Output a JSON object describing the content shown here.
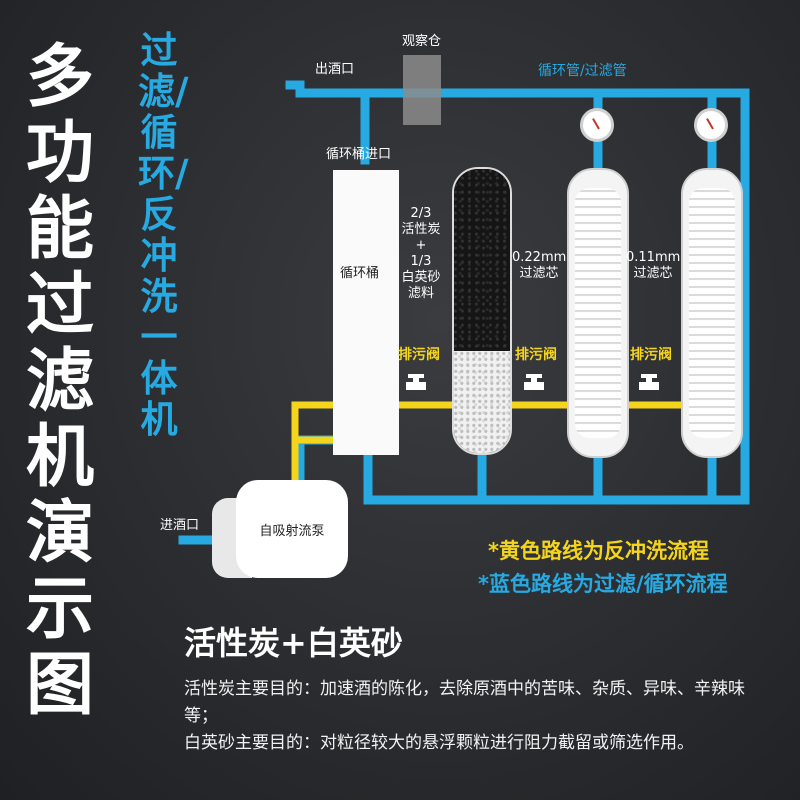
{
  "title": "多功能过滤机演示图",
  "subtitle": "过滤/循环/反冲洗一体机",
  "labels": {
    "outlet": "出酒口",
    "observation": "观察仓",
    "loop_pipe": "循环管/过滤管",
    "tank_inlet": "循环桶进口",
    "tank": "循环桶",
    "layer_line1": "2/3",
    "layer_line2": "活性炭",
    "layer_line3": "+",
    "layer_line4": "1/3",
    "layer_line5": "白英砂",
    "layer_line6": "滤料",
    "filter1_size": "0.22mm",
    "filter1_name": "过滤芯",
    "filter2_size": "0.11mm",
    "filter2_name": "过滤芯",
    "drain": "排污阀",
    "inlet": "进酒口",
    "pump": "自吸射流泵"
  },
  "legend": {
    "yellow": "*黄色路线为反冲洗流程",
    "blue": "*蓝色路线为过滤/循环流程"
  },
  "section": {
    "title": "活性炭+白英砂",
    "para1": "活性炭主要目的：加速酒的陈化，去除原酒中的苦味、杂质、异味、辛辣味等；",
    "para2": "白英砂主要目的：对粒径较大的悬浮颗粒进行阻力截留或筛选作用。"
  },
  "colors": {
    "blue": "#27a9e1",
    "yellow": "#f5d51b"
  }
}
